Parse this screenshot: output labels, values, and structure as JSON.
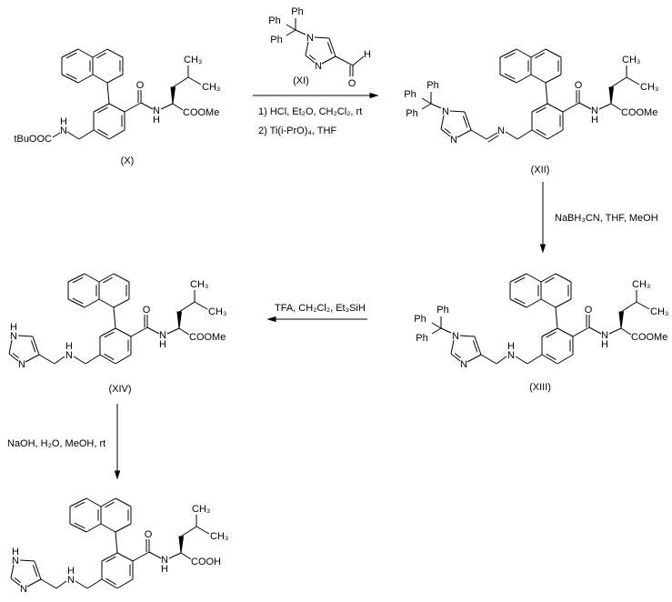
{
  "scheme": {
    "compounds": [
      {
        "label": "(X)",
        "carboxyl": "COOMe",
        "amine_substituent": "tBuOOC"
      },
      {
        "label": "(XI)"
      },
      {
        "label": "(XII)",
        "carboxyl": "COOMe"
      },
      {
        "label": "(XIII)",
        "carboxyl": "COOMe"
      },
      {
        "label": "(XIV)",
        "carboxyl": "COOMe"
      },
      {
        "label": "",
        "carboxyl": "COOH"
      }
    ],
    "atoms": {
      "O": "O",
      "N": "N",
      "H": "H",
      "CH3": "CH₃",
      "COOMe": "COOMe",
      "COOH": "COOH",
      "Ph": "Ph",
      "Boc": "tBuOOC"
    },
    "steps": [
      {
        "conditions": [
          "1) HCl, Et₂O, CH₂Cl₂, rt",
          "2) Ti(i-PrO)₄, THF"
        ]
      },
      {
        "conditions": [
          "NaBH₃CN, THF, MeOH"
        ]
      },
      {
        "conditions": [
          "TFA, CH₂Cl₂, Et₃SiH"
        ]
      },
      {
        "conditions": [
          "NaOH, H₂O, MeOH, rt"
        ]
      }
    ]
  }
}
